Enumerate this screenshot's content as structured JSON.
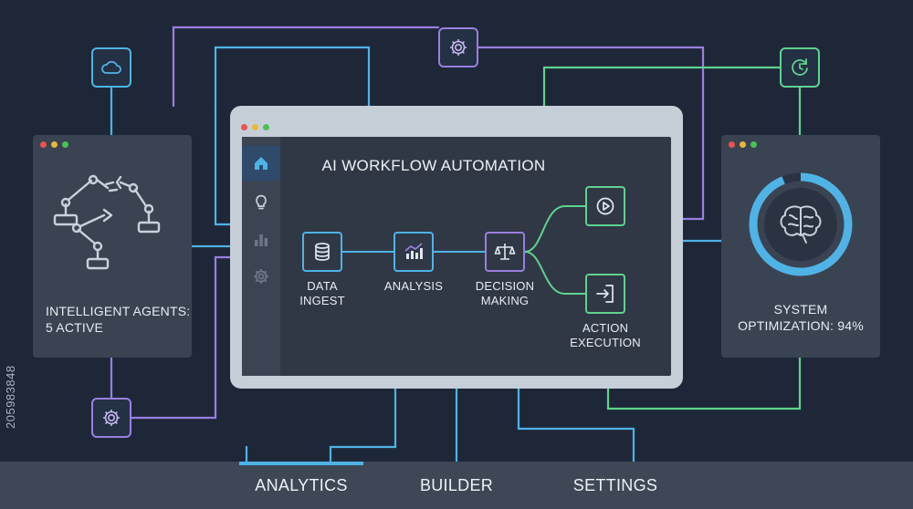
{
  "colors": {
    "background": "#1e2738",
    "cyan": "#4fb3e6",
    "purple": "#9a7fe0",
    "green": "#5fd28f",
    "frame": "#c6ced8",
    "panel": "#3a4352"
  },
  "nodes": [
    {
      "name": "cloud-node",
      "icon": "cloud-icon",
      "color": "#4fb3e6"
    },
    {
      "name": "settings-top-node",
      "icon": "gear-icon",
      "color": "#9a7fe0"
    },
    {
      "name": "sync-node",
      "icon": "clock-refresh-icon",
      "color": "#5fd28f"
    },
    {
      "name": "settings-bottom-node",
      "icon": "gear-icon",
      "color": "#9a7fe0"
    }
  ],
  "left_panel": {
    "icon": "robot-arms-icon",
    "label_line1": "INTELLIGENT AGENTS:",
    "label_line2": "5 ACTIVE"
  },
  "right_panel": {
    "icon": "brain-icon",
    "label_line1": "SYSTEM",
    "label_line2": "OPTIMIZATION: 94%",
    "progress": 0.94
  },
  "main_window": {
    "title": "AI WORKFLOW AUTOMATION",
    "sidebar": [
      {
        "icon": "home-icon",
        "active": true
      },
      {
        "icon": "lightbulb-icon",
        "active": false
      },
      {
        "icon": "bar-chart-icon",
        "active": false
      },
      {
        "icon": "gear-icon",
        "active": false
      }
    ],
    "steps": [
      {
        "icon": "database-icon",
        "line1": "DATA",
        "line2": "INGEST",
        "color": "#4fb3e6"
      },
      {
        "icon": "chart-trend-icon",
        "line1": "ANALYSIS",
        "line2": "",
        "color": "#4fb3e6"
      },
      {
        "icon": "scales-icon",
        "line1": "DECISION",
        "line2": "MAKING",
        "color": "#9a7fe0"
      },
      {
        "icon": "play-icon",
        "line1": "",
        "line2": "",
        "color": "#5fd28f"
      },
      {
        "icon": "exit-door-icon",
        "line1": "ACTION",
        "line2": "EXECUTION",
        "color": "#5fd28f"
      }
    ]
  },
  "bottom_nav": {
    "analytics": "ANALYTICS",
    "builder": "BUILDER",
    "settings": "SETTINGS",
    "active": "analytics"
  },
  "watermark_id": "205983848"
}
